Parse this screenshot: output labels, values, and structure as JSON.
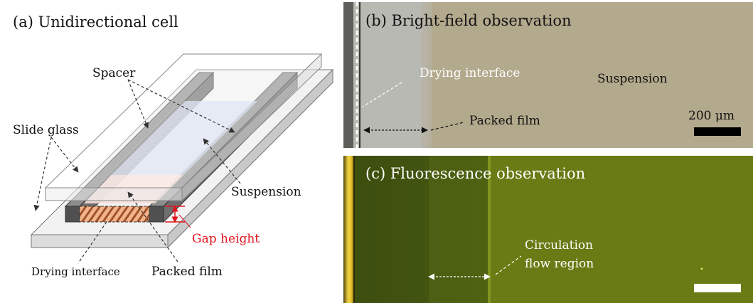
{
  "panel_a": {
    "title": "(a) Unidirectional cell",
    "labels": {
      "spacer": "Spacer",
      "slide_glass": "Slide glass",
      "suspension": "Suspension",
      "gap_height": "Gap height",
      "drying_interface": "Drying interface",
      "packed_film": "Packed film"
    }
  },
  "panel_b": {
    "title": "(b) Bright-field observation",
    "labels": {
      "drying_interface": "Drying interface",
      "suspension": "Suspension",
      "packed_film": "Packed film",
      "scale_bar": "200 μm"
    }
  },
  "panel_c": {
    "title": "(c) Fluorescence observation",
    "labels": {
      "circulation_line1": "Circulation",
      "circulation_line2": "flow region"
    }
  },
  "colors": {
    "bright_field_film": "#b9b9b3",
    "bright_field_suspension": "#b3a98d",
    "fluorescence_bg": "#6a7a14",
    "gap_height_red": "#e0141e",
    "packed_film_orange": "#f2b48a"
  }
}
